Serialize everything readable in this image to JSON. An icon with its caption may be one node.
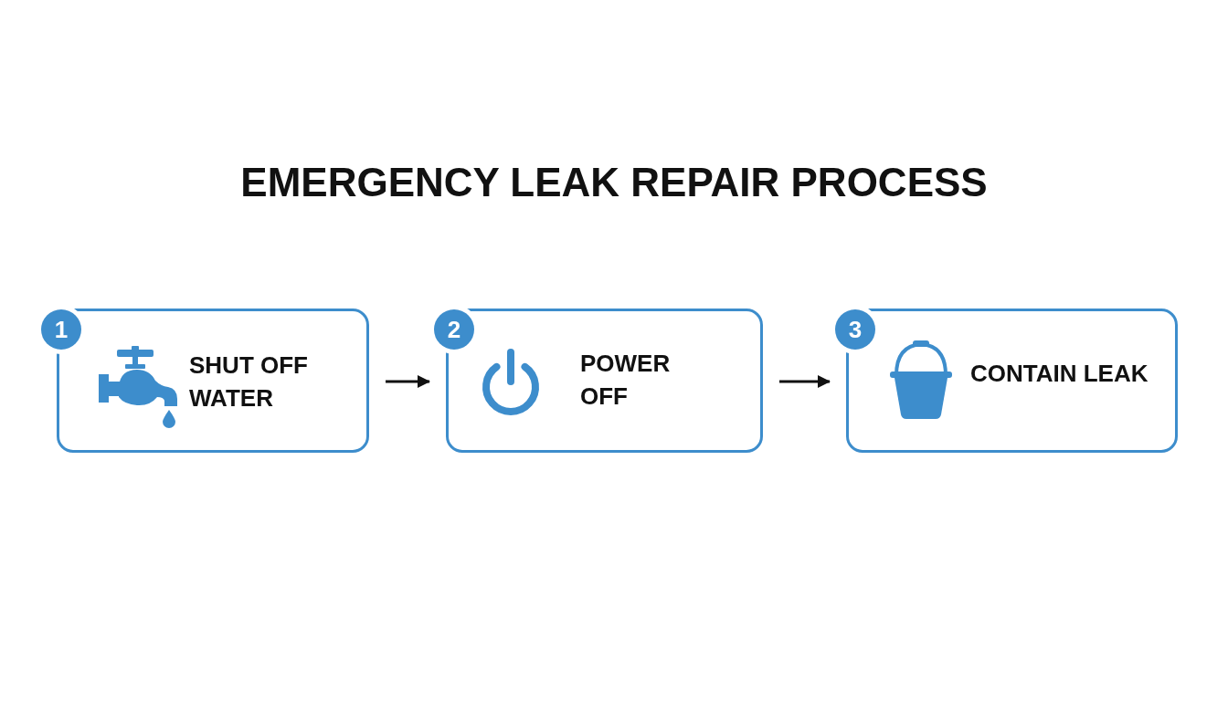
{
  "diagram": {
    "title": "EMERGENCY LEAK REPAIR PROCESS",
    "nodes": [
      {
        "text": [
          "1"
        ]
      },
      {
        "text": [
          "SHUT OFF WATER"
        ]
      },
      {
        "text": [
          "2"
        ]
      },
      {
        "text": [
          "POWER OFF"
        ]
      },
      {
        "text": [
          "3"
        ]
      },
      {
        "text": [
          "CONTAIN LEAK"
        ]
      }
    ],
    "edges": [
      {
        "from": 1,
        "to": 3,
        "arrow": "to"
      },
      {
        "from": 3,
        "to": 5,
        "arrow": "to"
      }
    ]
  }
}
